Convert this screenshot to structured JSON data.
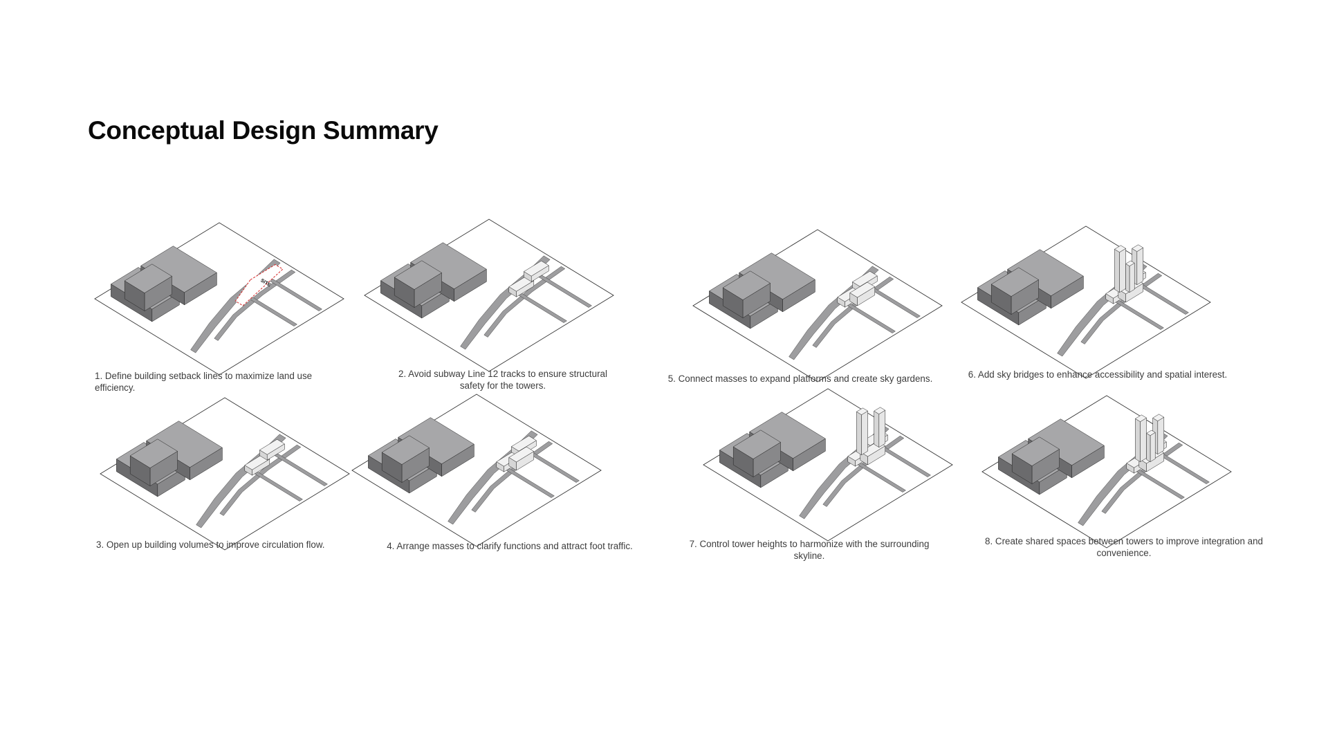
{
  "page": {
    "title": "Conceptual Design Summary"
  },
  "site_label": "SITE",
  "colors": {
    "mass_top": "#a7a7a9",
    "mass_side": "#6b6b6d",
    "mass_front": "#88888a",
    "road": "#9d9d9f",
    "tower": "#f2f2f2",
    "site_outline": "#d62828"
  },
  "steps": [
    {
      "caption": "1. Define building setback lines to maximize land use efficiency.",
      "stage": 1
    },
    {
      "caption": "2. Avoid subway Line 12 tracks to ensure structural safety for the towers.",
      "stage": 2
    },
    {
      "caption": "5. Connect masses to expand platforms and create sky gardens.",
      "stage": 5
    },
    {
      "caption": "6. Add sky bridges to enhance accessibility and spatial interest.",
      "stage": 6
    },
    {
      "caption": "3. Open up building volumes to improve circulation flow.",
      "stage": 3
    },
    {
      "caption": "4. Arrange masses to clarify functions and attract foot traffic.",
      "stage": 4
    },
    {
      "caption": "7. Control tower heights to harmonize with the surrounding skyline.",
      "stage": 7
    },
    {
      "caption": "8. Create shared spaces between towers to improve integration and convenience.",
      "stage": 8
    }
  ]
}
